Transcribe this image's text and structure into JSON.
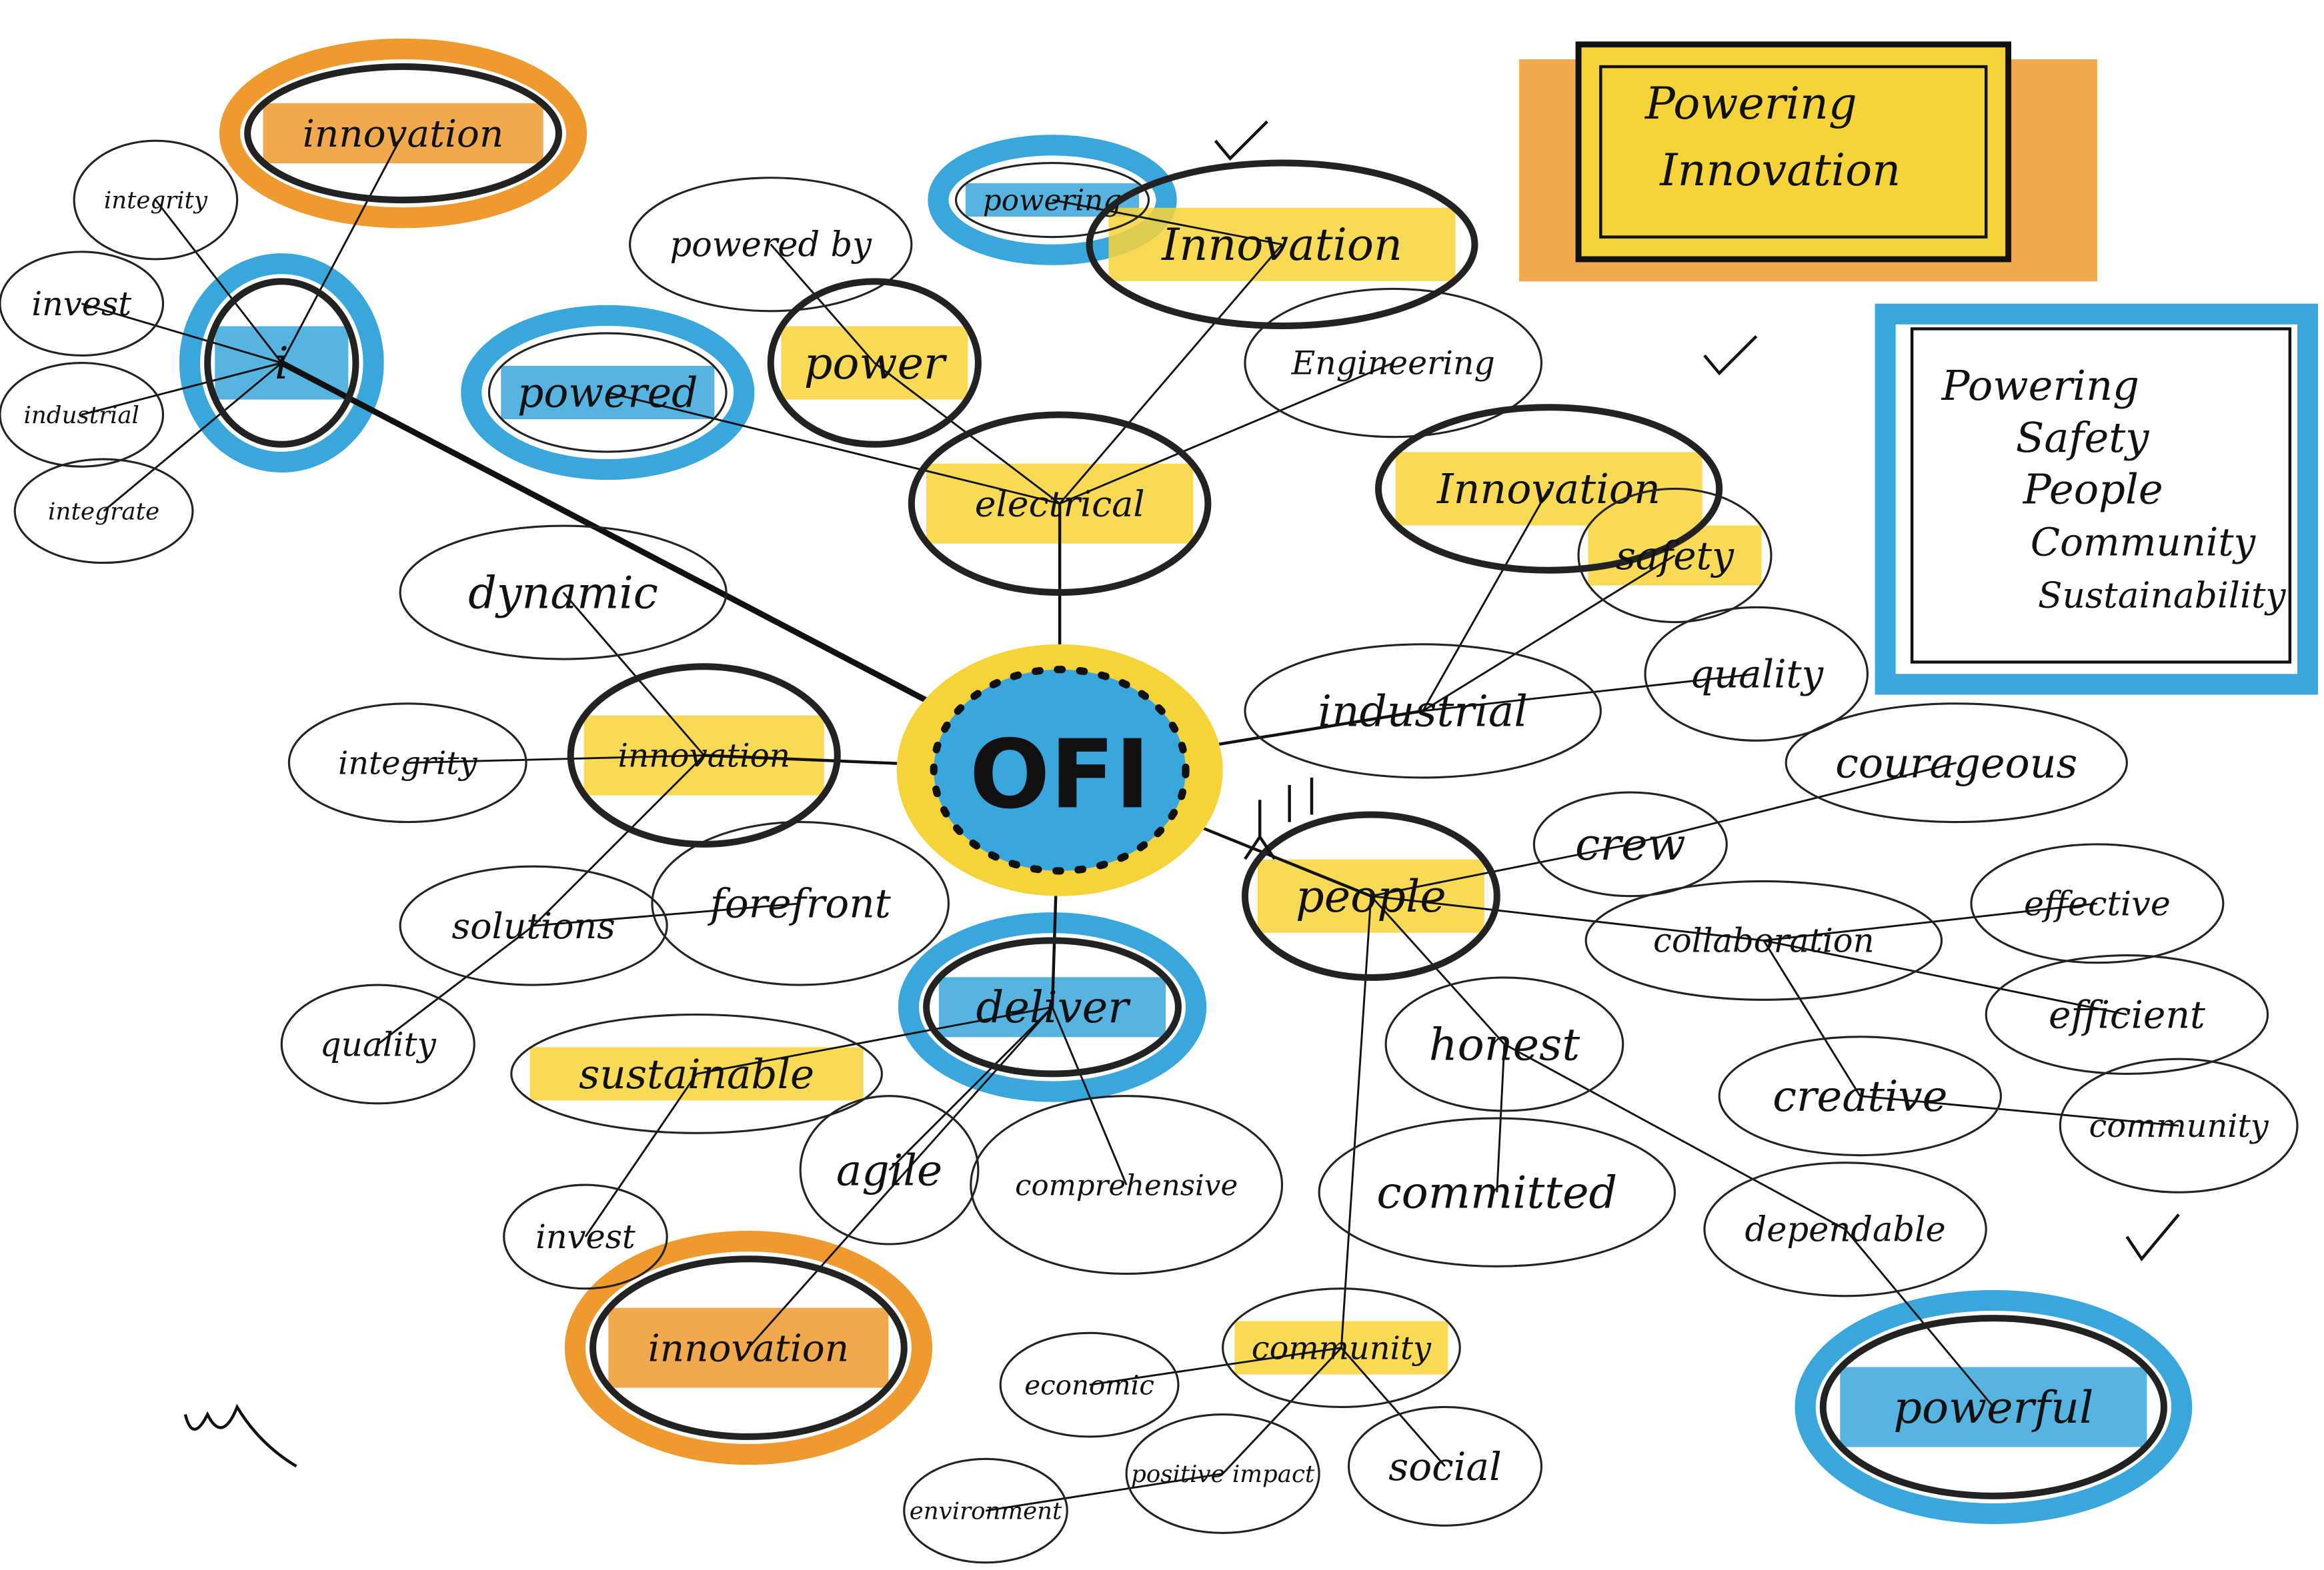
{
  "colors": {
    "yellow": "#f7d33a",
    "orange": "#ee9a2e",
    "blue": "#3aa7dc",
    "ink": "#111111"
  },
  "title_box": {
    "line1": "Powering",
    "line2": "Innovation"
  },
  "values_box": {
    "items": [
      "Powering",
      "Safety",
      "People",
      "Community",
      "Sustainability"
    ]
  },
  "center": {
    "label": "OFI"
  },
  "nodes": [
    {
      "id": "innovation-top-left",
      "label": "innovation"
    },
    {
      "id": "integrity-top-left",
      "label": "integrity"
    },
    {
      "id": "invest-left",
      "label": "invest"
    },
    {
      "id": "industrial-left",
      "label": "industrial"
    },
    {
      "id": "integrate",
      "label": "integrate"
    },
    {
      "id": "i-circle",
      "label": "i"
    },
    {
      "id": "powered-by",
      "label": "powered by"
    },
    {
      "id": "powering",
      "label": "powering"
    },
    {
      "id": "innovation-top",
      "label": "Innovation"
    },
    {
      "id": "power",
      "label": "power"
    },
    {
      "id": "powered",
      "label": "powered"
    },
    {
      "id": "engineering",
      "label": "Engineering"
    },
    {
      "id": "electrical",
      "label": "electrical"
    },
    {
      "id": "innovation-right",
      "label": "Innovation"
    },
    {
      "id": "safety",
      "label": "safety"
    },
    {
      "id": "quality-right",
      "label": "quality"
    },
    {
      "id": "industrial-right",
      "label": "industrial"
    },
    {
      "id": "dynamic",
      "label": "dynamic"
    },
    {
      "id": "integrity-middle",
      "label": "integrity"
    },
    {
      "id": "innovation-middle",
      "label": "innovation"
    },
    {
      "id": "solutions",
      "label": "solutions"
    },
    {
      "id": "forefront",
      "label": "forefront"
    },
    {
      "id": "quality-left",
      "label": "quality"
    },
    {
      "id": "people",
      "label": "people"
    },
    {
      "id": "crew",
      "label": "crew"
    },
    {
      "id": "courageous",
      "label": "courageous"
    },
    {
      "id": "collaboration",
      "label": "collaboration"
    },
    {
      "id": "effective",
      "label": "effective"
    },
    {
      "id": "efficient",
      "label": "efficient"
    },
    {
      "id": "creative",
      "label": "creative"
    },
    {
      "id": "community-right",
      "label": "community"
    },
    {
      "id": "honest",
      "label": "honest"
    },
    {
      "id": "committed",
      "label": "committed"
    },
    {
      "id": "dependable",
      "label": "dependable"
    },
    {
      "id": "powerful",
      "label": "powerful"
    },
    {
      "id": "deliver",
      "label": "deliver"
    },
    {
      "id": "sustainable",
      "label": "sustainable"
    },
    {
      "id": "agile",
      "label": "agile"
    },
    {
      "id": "comprehensive",
      "label": "comprehensive"
    },
    {
      "id": "invest-bottom",
      "label": "invest"
    },
    {
      "id": "innovation-bottom",
      "label": "innovation"
    },
    {
      "id": "community-bottom",
      "label": "community"
    },
    {
      "id": "economic",
      "label": "economic"
    },
    {
      "id": "positive-impact",
      "label": "positive impact"
    },
    {
      "id": "environment",
      "label": "environment"
    },
    {
      "id": "social",
      "label": "social"
    }
  ]
}
